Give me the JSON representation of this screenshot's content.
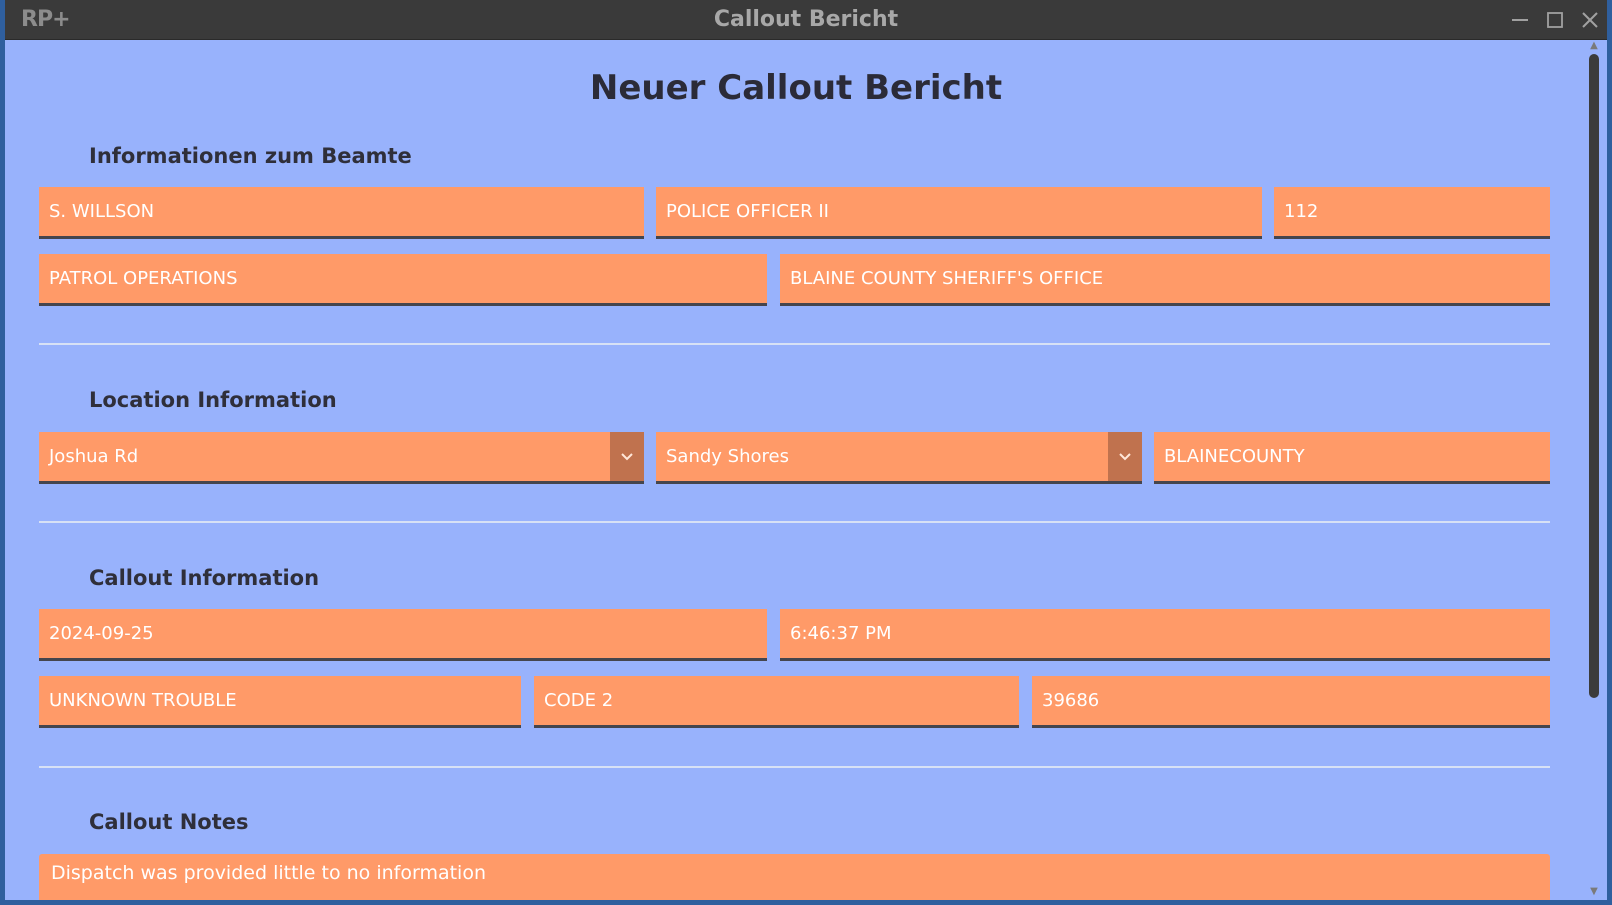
{
  "window": {
    "title": "Callout Bericht",
    "logo": "RP+",
    "buttons": {
      "minimize": "—",
      "maximize": "☐",
      "close": "✕"
    }
  },
  "form": {
    "heading": "Neuer Callout Bericht",
    "officer": {
      "title": "Informationen zum Beamte",
      "name": "S. WILLSON",
      "rank": "POLICE OFFICER II",
      "badge": "112",
      "division": "PATROL OPERATIONS",
      "agency": "BLAINE COUNTY SHERIFF'S OFFICE"
    },
    "location": {
      "title": "Location Information",
      "street": "Joshua Rd",
      "area": "Sandy Shores",
      "county": "BLAINECOUNTY"
    },
    "callout": {
      "title": "Callout Information",
      "date": "2024-09-25",
      "time": "6:46:37 PM",
      "type": "UNKNOWN TROUBLE",
      "code": "CODE 2",
      "number": "39686"
    },
    "notes": {
      "title": "Callout Notes",
      "text": "Dispatch was provided little to no information"
    }
  },
  "colors": {
    "background": "#98b2fc",
    "field": "#ff9a68",
    "titlebar": "#3a3a3a"
  }
}
